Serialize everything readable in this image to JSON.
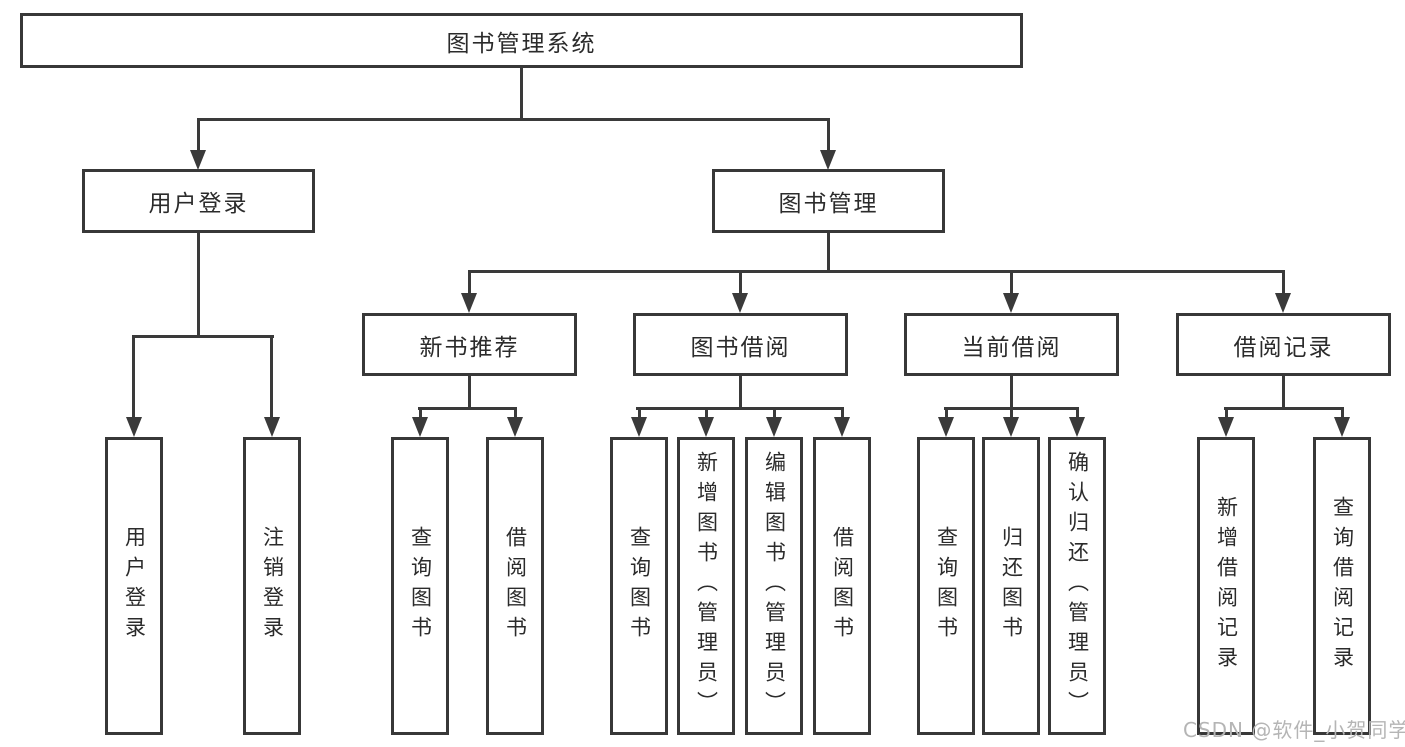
{
  "tree": {
    "label": "图书管理系统",
    "children": [
      {
        "label": "用户登录",
        "children": [
          {
            "label": "用户登录"
          },
          {
            "label": "注销登录"
          }
        ]
      },
      {
        "label": "图书管理",
        "children": [
          {
            "label": "新书推荐",
            "children": [
              {
                "label": "查询图书"
              },
              {
                "label": "借阅图书"
              }
            ]
          },
          {
            "label": "图书借阅",
            "children": [
              {
                "label": "查询图书"
              },
              {
                "label": "新增图书（管理员）"
              },
              {
                "label": "编辑图书（管理员）"
              },
              {
                "label": "借阅图书"
              }
            ]
          },
          {
            "label": "当前借阅",
            "children": [
              {
                "label": "查询图书"
              },
              {
                "label": "归还图书"
              },
              {
                "label": "确认归还（管理员）"
              }
            ]
          },
          {
            "label": "借阅记录",
            "children": [
              {
                "label": "新增借阅记录"
              },
              {
                "label": "查询借阅记录"
              }
            ]
          }
        ]
      }
    ]
  },
  "watermark": {
    "text": "CSDN @软件_小贺同学"
  },
  "colors": {
    "line": "#3a3a3a",
    "box_border": "#383838",
    "text": "#2b2b2b",
    "watermark": "#b5b5b5",
    "background": "#ffffff"
  }
}
